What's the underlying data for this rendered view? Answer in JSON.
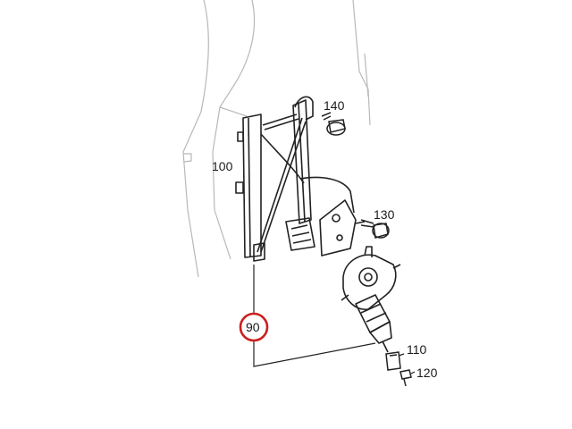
{
  "diagram": {
    "callouts": {
      "door": "100",
      "bolt_top": "140",
      "bolt_mid": "130",
      "motor_group": "90",
      "connector": "110",
      "screw": "120"
    },
    "highlight_color": "#cc1f1f",
    "line_color": "#222222",
    "ghost_color": "#b8b8b8"
  }
}
